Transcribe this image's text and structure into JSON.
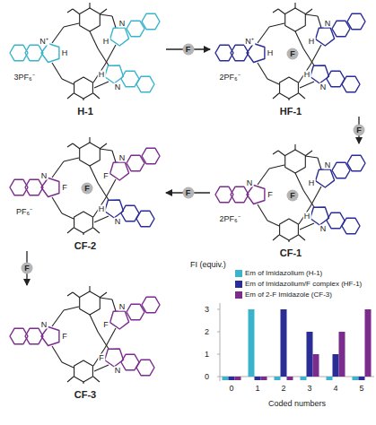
{
  "diagram": {
    "nodes": [
      {
        "text": [
          "H-1"
        ]
      },
      {
        "text": [
          "HF-1"
        ]
      },
      {
        "text": [
          "CF-1"
        ]
      },
      {
        "text": [
          "CF-2"
        ]
      },
      {
        "text": [
          "CF-3"
        ]
      }
    ],
    "edges": [
      {
        "from": 0,
        "to": 1,
        "label": "F",
        "arrow": "to"
      },
      {
        "from": 1,
        "to": 2,
        "label": "F",
        "arrow": "to"
      },
      {
        "from": 2,
        "to": 3,
        "label": "F",
        "arrow": "to"
      },
      {
        "from": 3,
        "to": 4,
        "label": "F",
        "arrow": "to"
      }
    ],
    "labels": [
      "N⁺",
      "H",
      "H",
      "N",
      "H",
      "N",
      "3PF₆⁻",
      "N⁺",
      "H",
      "F",
      "H",
      "N",
      "H",
      "N",
      "2PF₆⁻",
      "N",
      "F",
      "F",
      "H",
      "N",
      "H",
      "N",
      "2PF₆⁻",
      "N",
      "F",
      "F",
      "F",
      "N",
      "H",
      "N",
      "PF₆⁻",
      "N",
      "F",
      "F",
      "N",
      "F",
      "N",
      "FI (equiv.)",
      "0",
      "1",
      "2",
      "3",
      "0",
      "1",
      "2",
      "3",
      "4",
      "5",
      "Coded numbers"
    ],
    "legend": [
      {
        "text": "Em of Imidazolium (H-1)",
        "color": "#3ab4cc"
      },
      {
        "text": "Em of Imidazolium/F complex (HF-1)",
        "color": "#2b2d96"
      },
      {
        "text": "Em of 2-F Imidazole (CF-3)",
        "color": "#7b2d8e"
      }
    ]
  }
}
